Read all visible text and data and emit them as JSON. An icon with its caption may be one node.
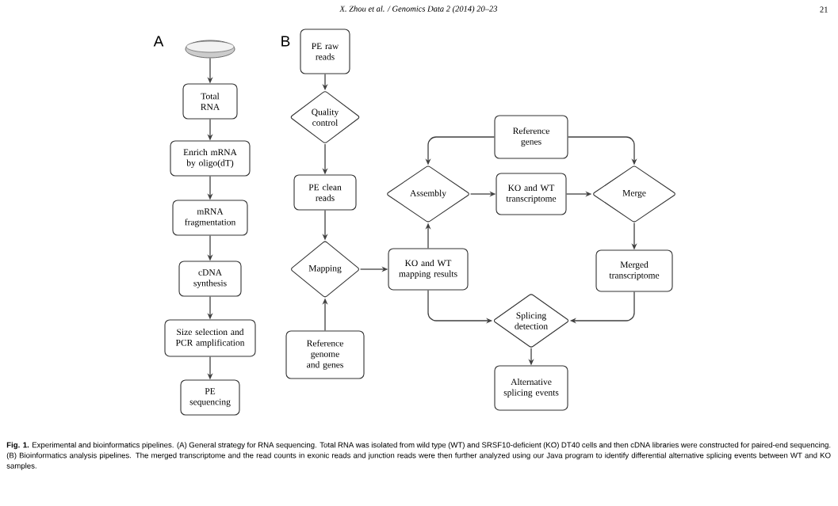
{
  "diagram": {
    "caption": "**Fig. 1.** Experimental and bioinformatics pipelines. (A) General strategy for RNA sequencing. Total RNA was isolated from wild type (WT) and SRSF10-deficient (KO) DT40 cells and then cDNA libraries were constructed for paired-end sequencing. (B) Bioinformatics analysis pipelines. The merged transcriptome and the read counts in exonic reads and junction reads were then further analyzed using our Java program to identify differential alternative splicing events between WT and KO samples.",
    "nodes": [
      {
        "text": [],
        "shape": "picture"
      },
      {
        "text": [
          "Total RNA"
        ]
      },
      {
        "text": [
          "Enrich mRNA by oligo(dT)"
        ]
      },
      {
        "text": [
          "mRNA fragmentation"
        ]
      },
      {
        "text": [
          "cDNA synthesis"
        ]
      },
      {
        "text": [
          "Size selection and PCR amplification"
        ]
      },
      {
        "text": [
          "PE sequencing"
        ]
      },
      {
        "text": [
          "PE raw reads"
        ]
      },
      {
        "text": [
          "Quality control"
        ]
      },
      {
        "text": [
          "PE clean reads"
        ]
      },
      {
        "text": [
          "Mapping"
        ]
      },
      {
        "text": [
          "Reference genome and genes"
        ]
      },
      {
        "text": [
          "KO and WT mapping results"
        ]
      },
      {
        "text": [
          "Assembly"
        ]
      },
      {
        "text": [
          "Reference genes"
        ]
      },
      {
        "text": [
          "KO and WT transcriptome"
        ]
      },
      {
        "text": [
          "Merge"
        ]
      },
      {
        "text": [
          "Merged transcriptome"
        ]
      },
      {
        "text": [
          "Splicing detection"
        ]
      },
      {
        "text": [
          "Alternative splicing events"
        ]
      }
    ],
    "edges": [
      {
        "from": 0,
        "to": 1,
        "arrow": "to"
      },
      {
        "from": 1,
        "to": 2,
        "arrow": "to"
      },
      {
        "from": 2,
        "to": 3,
        "arrow": "to"
      },
      {
        "from": 3,
        "to": 4,
        "arrow": "to"
      },
      {
        "from": 4,
        "to": 5,
        "arrow": "to"
      },
      {
        "from": 5,
        "to": 6,
        "arrow": "to"
      },
      {
        "from": 7,
        "to": 8,
        "arrow": "to"
      },
      {
        "from": 8,
        "to": 9,
        "arrow": "to"
      },
      {
        "from": 9,
        "to": 10,
        "arrow": "to"
      },
      {
        "from": 11,
        "to": 10,
        "arrow": "to"
      },
      {
        "from": 10,
        "to": 12,
        "arrow": "to"
      },
      {
        "from": 12,
        "to": 13,
        "arrow": "to"
      },
      {
        "from": 14,
        "to": 13,
        "arrow": "to"
      },
      {
        "from": 14,
        "to": 16,
        "arrow": "to"
      },
      {
        "from": 13,
        "to": 15,
        "arrow": "to"
      },
      {
        "from": 15,
        "to": 16,
        "arrow": "to"
      },
      {
        "from": 16,
        "to": 17,
        "arrow": "to"
      },
      {
        "from": 12,
        "to": 18,
        "arrow": "to"
      },
      {
        "from": 17,
        "to": 18,
        "arrow": "to"
      },
      {
        "from": 18,
        "to": 19,
        "arrow": "to"
      }
    ],
    "labels": [
      "X. Zhou et al. / Genomics Data 2 (2014) 20–23",
      "21",
      "A",
      "B"
    ]
  }
}
